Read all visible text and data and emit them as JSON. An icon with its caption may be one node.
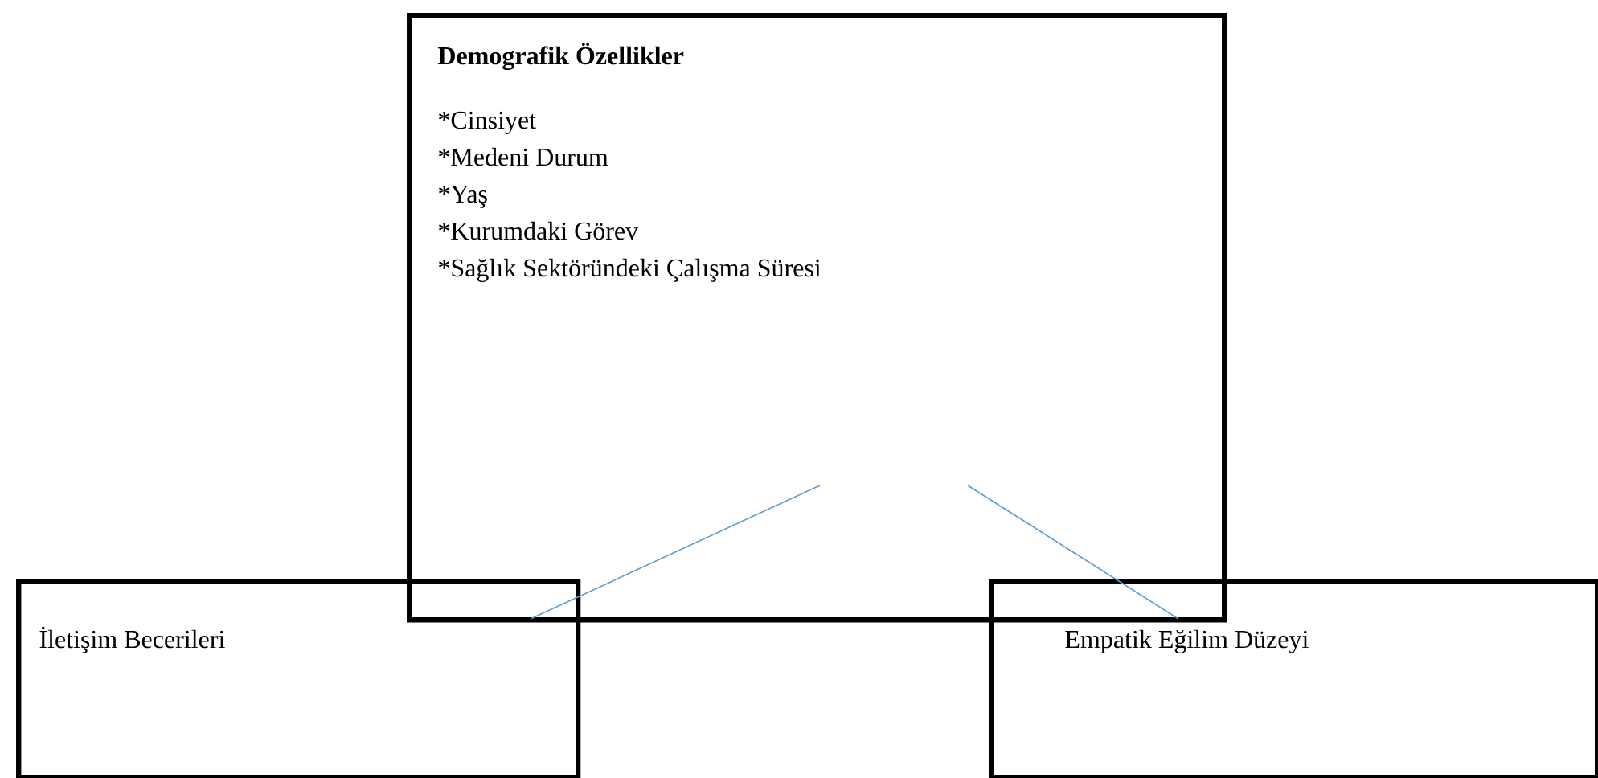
{
  "diagram": {
    "nodes": [
      {
        "text": [
          "Demografik Özellikler",
          "*Cinsiyet",
          "*Medeni Durum",
          "*Yaş",
          "*Kurumdaki Görev",
          "*Sağlık Sektöründeki Çalışma Süresi"
        ]
      },
      {
        "text": [
          "İletişim Becerileri"
        ]
      },
      {
        "text": [
          "Empatik Eğilim Düzeyi"
        ]
      }
    ],
    "edges": [
      {
        "from": 0,
        "to": 1,
        "arrow": "none"
      },
      {
        "from": 0,
        "to": 2,
        "arrow": "none"
      }
    ]
  }
}
